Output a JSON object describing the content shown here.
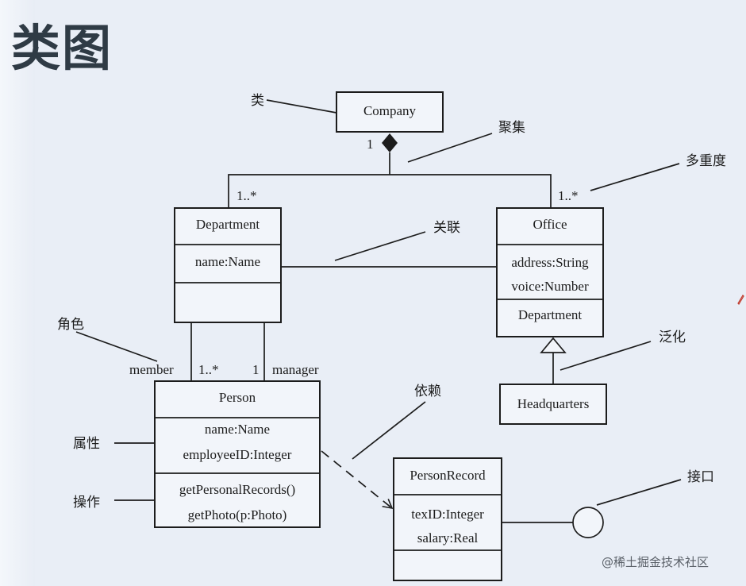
{
  "title": "类图",
  "classes": {
    "company": {
      "name": "Company"
    },
    "department": {
      "name": "Department",
      "attrs": [
        "name:Name"
      ]
    },
    "office": {
      "name": "Office",
      "attrs": [
        "address:String",
        "voice:Number"
      ],
      "ops": [
        "Department"
      ]
    },
    "headquarters": {
      "name": "Headquarters"
    },
    "person": {
      "name": "Person",
      "attrs": [
        "name:Name",
        "employeeID:Integer"
      ],
      "ops": [
        "getPersonalRecords()",
        "getPhoto(p:Photo)"
      ]
    },
    "personrecord": {
      "name": "PersonRecord",
      "attrs": [
        "texID:Integer",
        "salary:Real"
      ]
    }
  },
  "multiplicities": {
    "company": "1",
    "department": "1..*",
    "office": "1..*",
    "member": "1..*",
    "manager": "1"
  },
  "roles": {
    "member": "member",
    "manager": "manager"
  },
  "annotations": {
    "class": "类",
    "aggregation": "聚集",
    "multiplicity": "多重度",
    "association": "关联",
    "role": "角色",
    "generalization": "泛化",
    "dependency": "依赖",
    "attribute": "属性",
    "operation": "操作",
    "interface": "接口"
  },
  "watermark": "@稀土掘金技术社区"
}
